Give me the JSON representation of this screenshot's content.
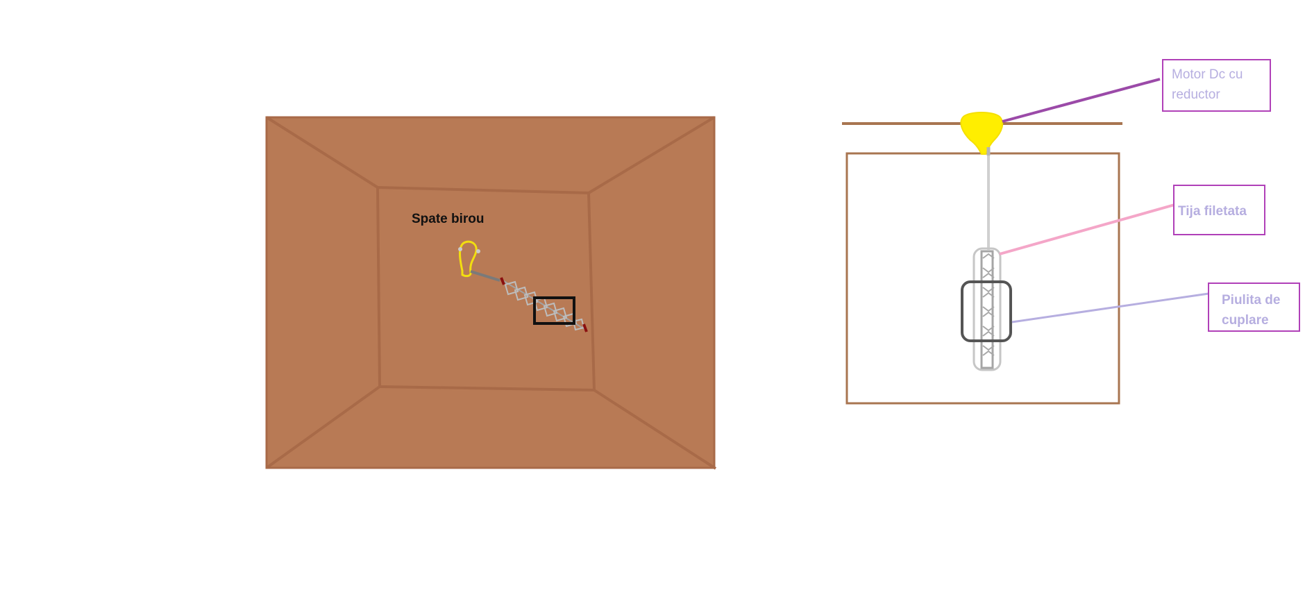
{
  "left_panel": {
    "title": "Spate birou"
  },
  "right_panel": {
    "callouts": [
      {
        "id": "motor",
        "lines": [
          "Motor Dc cu",
          "reductor"
        ],
        "color": "#9b4aa8"
      },
      {
        "id": "rod",
        "lines": [
          "Tija filetata"
        ],
        "color": "#f4a6c8"
      },
      {
        "id": "nut",
        "lines": [
          "Piulita de",
          "cuplare"
        ],
        "color": "#b6aee0"
      }
    ]
  },
  "colors": {
    "desk_fill": "#b87a55",
    "desk_line": "#a86a48",
    "box_stroke": "#a87550",
    "motor": "#ffee00",
    "rod": "#d0d0d0",
    "nut": "#555555",
    "label_text": "#b6aee0",
    "label_border": "#b040b8"
  }
}
